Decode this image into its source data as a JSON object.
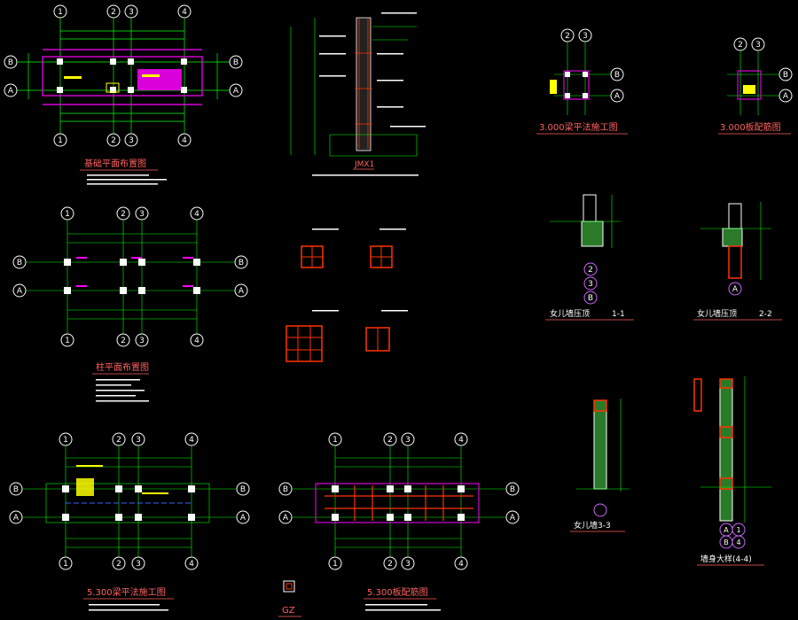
{
  "colors": {
    "background": "#000000",
    "axis_line": "#00ff00",
    "grid_bubble": "#ffffff",
    "beam": "#ff00ff",
    "column": "#ffffff",
    "rebar": "#ff3300",
    "note": "#ffff00",
    "title": "#ff6060",
    "dim": "#00ff00",
    "concrete": "#44aa44"
  },
  "grid_labels": {
    "col_1": "1",
    "col_2": "2",
    "col_3": "3",
    "col_4": "4",
    "row_A": "A",
    "row_B": "B",
    "circle_2": "2",
    "circle_3": "3",
    "circle_B": "B"
  },
  "titles": {
    "foundation_plan": "基础平面布置图",
    "column_plan": "柱平面布置图",
    "beam_5300_plan": "5.300梁平法施工图",
    "slab_5300": "5.300板配筋图",
    "beam_3000": "3.000梁平法施工图",
    "slab_3000": "3.000板配筋图",
    "retaining_wall_1": "女儿墙压顶",
    "retaining_wall_1_num": "1-1",
    "retaining_wall_2": "女儿墙压顶",
    "retaining_wall_2_num": "2-2",
    "wall_section_3": "女儿墙3-3",
    "wall_section_4": "墙身大样(4-4)",
    "gz": "GZ",
    "wall_detail": "JMX1"
  }
}
